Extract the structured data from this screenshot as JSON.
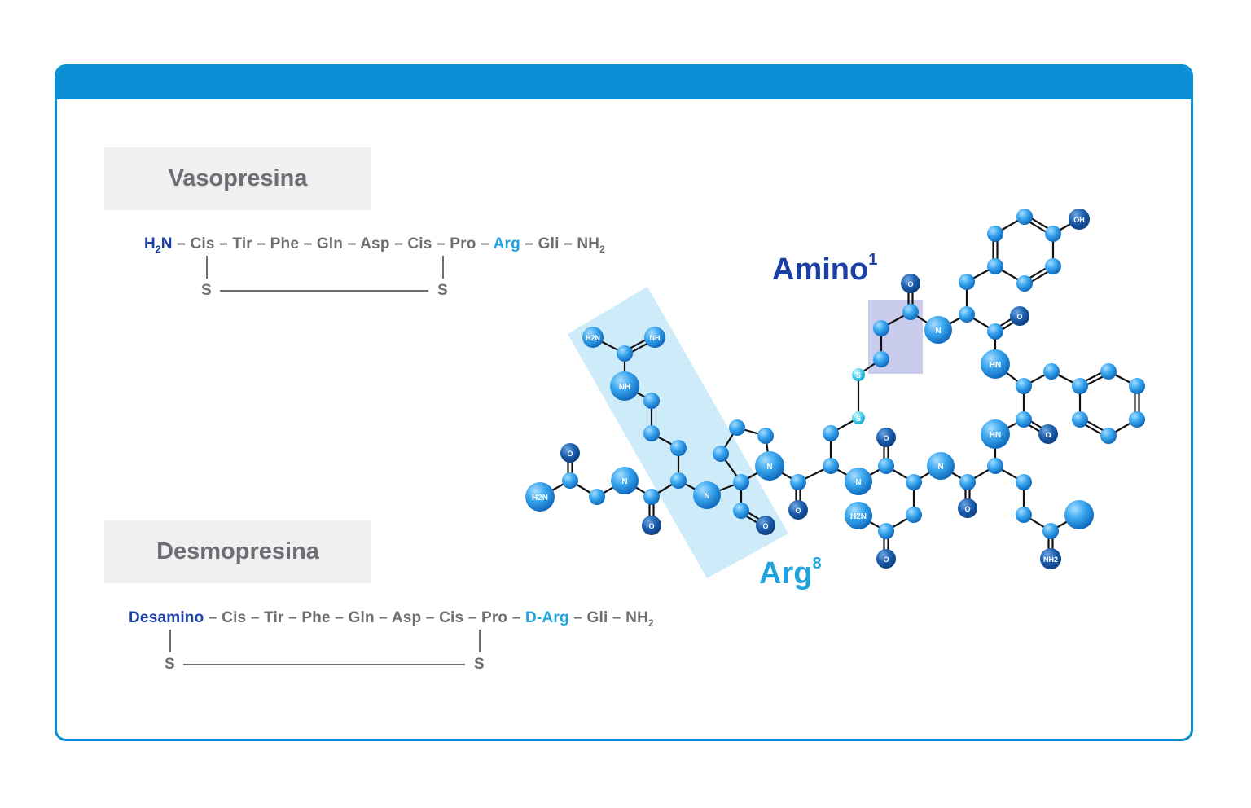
{
  "vasopressin": {
    "title": "Vasopresina",
    "nterm": "H",
    "nterm_sub": "2",
    "nterm_tail": "N",
    "residues": [
      "Cis",
      "Tir",
      "Phe",
      "Gln",
      "Asp",
      "Cis",
      "Pro"
    ],
    "arg": "Arg",
    "gli": "Gli",
    "cterm": "NH",
    "cterm_sub": "2",
    "sulfur_left": "S",
    "sulfur_right": "S"
  },
  "desmopressin": {
    "title": "Desmopresina",
    "nterm": "Desamino",
    "residues": [
      "Cis",
      "Tir",
      "Phe",
      "Gln",
      "Asp",
      "Cis",
      "Pro"
    ],
    "arg": "D-Arg",
    "gli": "Gli",
    "cterm": "NH",
    "cterm_sub": "2",
    "sulfur_left": "S",
    "sulfur_right": "S"
  },
  "labels": {
    "amino": "Amino",
    "amino_sup": "1",
    "arg": "Arg",
    "arg_sup": "8"
  },
  "atom_labels": {
    "oh": "OH",
    "o": "O",
    "nh": "NH",
    "hn": "HN",
    "h2n": "H2N",
    "nh2": "NH2",
    "n": "N",
    "s": "S",
    "h": "H"
  },
  "colors": {
    "accent": "#0a8fd4",
    "dark_blue": "#1c3fa6",
    "light_blue": "#1fa3de",
    "gray_text": "#6d6e71",
    "highlight_arg": "#cdebf8",
    "highlight_amino": "#c9ccec"
  }
}
